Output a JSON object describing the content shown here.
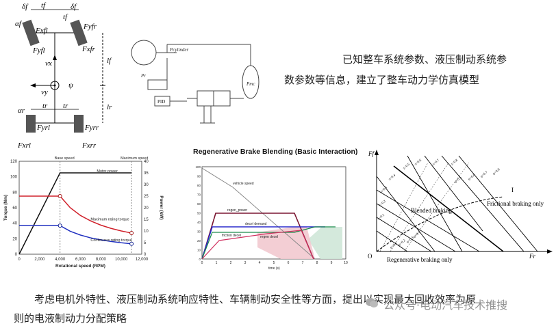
{
  "text": {
    "para1_line1": "已知整车系统参数、液压制动系统参",
    "para1_line2": "数参数等信息，建立了整车动力学仿真模型",
    "para2_line1": "考虑电机外特性、液压制动系统响应特性、车辆制动安全性等方面，提出以实现最大回收效率为原",
    "para2_line2": "则的电液制动力分配策略",
    "watermark": "公众号·电动汽车技术推搜"
  },
  "vehicle_model": {
    "labels": [
      "δf",
      "tf",
      "δf",
      "tf",
      "αf",
      "Fxfl",
      "Fyfl",
      "Fyfr",
      "Fxfr",
      "vx",
      "ψ",
      "vy",
      "lf",
      "lr",
      "αr",
      "tr",
      "tr",
      "Fyrl",
      "Fyrr",
      "Fxrl",
      "Fxrr"
    ]
  },
  "hydraulic": {
    "labels": [
      "Pcylinder",
      "Pr",
      "PID",
      "Pmc"
    ]
  },
  "motor_chart": {
    "type": "line",
    "annotations": [
      "Base speed",
      "Maximum speed",
      "Motor power",
      "Maximum rating torque",
      "Continuous rating torque"
    ],
    "xlabel": "Rotational speed (RPM)",
    "ylabel_left": "Torque (Nm)",
    "ylabel_right": "Power (kW)",
    "x_ticks": [
      "0",
      "2,000",
      "4,000",
      "6,000",
      "8,000",
      "10,000",
      "12,000"
    ],
    "y_left_ticks": [
      "0",
      "20",
      "40",
      "60",
      "80",
      "100",
      "120"
    ],
    "y_right_ticks": [
      "0",
      "5",
      "10",
      "15",
      "20",
      "25",
      "30",
      "35",
      "40"
    ],
    "xlim": [
      0,
      12000
    ],
    "ylim_left": [
      0,
      120
    ],
    "ylim_right": [
      0,
      40
    ],
    "power_kw": {
      "x": [
        0,
        4000,
        11000
      ],
      "y": [
        0,
        35,
        35
      ]
    },
    "max_torque_nm": {
      "x": [
        0,
        4000,
        5000,
        6000,
        7000,
        8000,
        9000,
        10000,
        11000
      ],
      "y": [
        75,
        75,
        60,
        50,
        43,
        37.5,
        33.3,
        30,
        27.3
      ]
    },
    "cont_torque_nm": {
      "x": [
        0,
        4000,
        5000,
        6000,
        7000,
        8000,
        9000,
        10000,
        11000
      ],
      "y": [
        37,
        37,
        29.6,
        24.7,
        21.1,
        18.5,
        16.4,
        14.8,
        13.5
      ]
    }
  },
  "blend_chart": {
    "title": "Regenerative Brake Blending (Basic Interaction)",
    "xlabel": "time (s)",
    "x_ticks": [
      "0",
      "1",
      "2",
      "3",
      "4",
      "5",
      "6",
      "7",
      "8",
      "9",
      "10"
    ],
    "y_ticks_left": [
      "0",
      "10",
      "20",
      "30",
      "40",
      "50",
      "60",
      "70",
      "80",
      "90",
      "100"
    ],
    "series_labels": [
      "vehicle speed",
      "regen_power",
      "decel demand",
      "friction decel",
      "regen decel"
    ]
  },
  "force_dist": {
    "labels": [
      "Ff",
      "Fr",
      "O",
      "I",
      "Frictional braking only",
      "Blended braking",
      "Regenerative braking only"
    ],
    "z_labels": [
      "z=0.5",
      "z=0.6",
      "z=0.7",
      "z=0.8",
      "z=0.4",
      "z=0.3",
      "z=0.2",
      "z=0.1",
      "φ=0.5",
      "φ=0.6",
      "φ=0.7",
      "φ=0.8",
      "φ=0.4",
      "φ=0.3",
      "φ=0.2",
      "φ=0.1"
    ]
  }
}
